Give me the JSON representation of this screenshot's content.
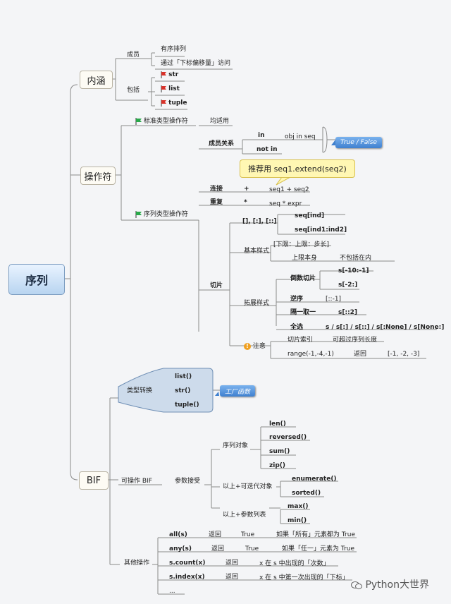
{
  "root": "序列",
  "neihan": {
    "label": "内涵",
    "chengyuan": "成员",
    "youxu": "有序排列",
    "tongguo": "通过「下标偏移量」访问",
    "baokuo": "包括",
    "str": "str",
    "list": "list",
    "tuple": "tuple"
  },
  "op": {
    "label": "操作符",
    "std": "标准类型操作符",
    "std_note": "均适用",
    "seq": "序列类型操作符",
    "member": "成员关系",
    "in": "in",
    "in_expr": "obj in seq",
    "not_in": "not in",
    "truefalse": "True / False",
    "tip": "推荐用 seq1.extend(seq2)",
    "concat": "连接",
    "concat_sym": "+",
    "concat_expr": "seq1 + seq2",
    "repeat": "重复",
    "repeat_sym": "*",
    "repeat_expr": "seq * expr",
    "slice": "切片",
    "brackets": "[], [:], [::]",
    "seqind": "seq[ind]",
    "seqind12": "seq[ind1:ind2]",
    "basic": "基本样式",
    "range_note": "[下限：上限：步长]",
    "upper": "上限本身",
    "not_incl": "不包括在内",
    "ext": "拓展样式",
    "neg": "倒数切片",
    "neg1": "s[-10:-1]",
    "neg2": "s[-2:]",
    "rev": "逆序",
    "rev_expr": "[::-1]",
    "every": "隔一取一",
    "every_expr": "s[::2]",
    "all": "全选",
    "all_expr": "s / s[:] / s[::] / s[:None] / s[None:]",
    "note": "注意",
    "idx": "切片索引",
    "exceed": "可超过序列长度",
    "range_ex": "range(-1,-4,-1)",
    "ret": "返回",
    "ret_val": "[-1, -2, -3]"
  },
  "bif": {
    "label": "BIF",
    "conv": "类型转换",
    "list": "list()",
    "str": "str()",
    "tuple": "tuple()",
    "factory": "工厂函数",
    "operable": "可操作 BIF",
    "param": "参数接受",
    "seq_obj": "序列对象",
    "len": "len()",
    "reversed": "reversed()",
    "sum": "sum()",
    "zip": "zip()",
    "iter": "以上+可迭代对象",
    "enumerate": "enumerate()",
    "sorted": "sorted()",
    "params": "以上+参数列表",
    "max": "max()",
    "min": "min()",
    "other": "其他操作",
    "all_s": "all(s)",
    "any_s": "any(s)",
    "count": "s.count(x)",
    "index": "s.index(x)",
    "dots": "...",
    "ret": "返回",
    "true": "True",
    "all_desc": "如果「所有」元素都为 True",
    "any_desc": "如果「任一」元素为 True",
    "count_desc": "x 在 s 中出现的「次数」",
    "index_desc": "x 在 s 中第一次出现的「下标」"
  },
  "watermark": "Python大世界",
  "colors": {
    "line": "#8a8a8a",
    "root": "#b8d4f0",
    "callout": "#fff7b3",
    "blue": "#3f80cf"
  }
}
